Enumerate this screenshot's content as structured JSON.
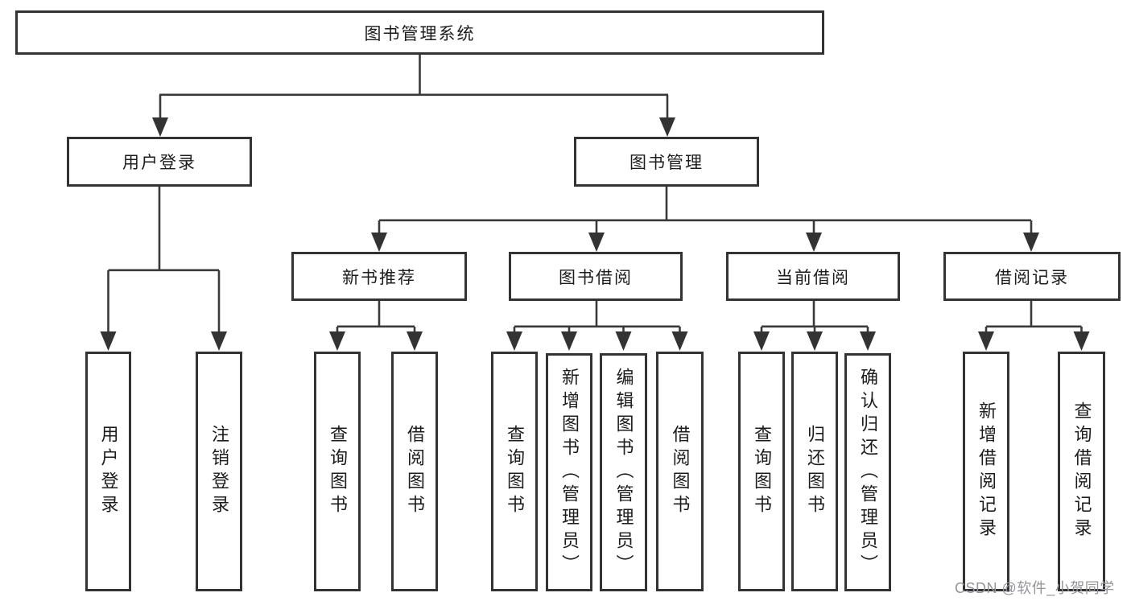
{
  "tree": {
    "label": "图书管理系统",
    "children": [
      {
        "label": "用户登录",
        "children": [
          {
            "label": "用户登录"
          },
          {
            "label": "注销登录"
          }
        ]
      },
      {
        "label": "图书管理",
        "children": [
          {
            "label": "新书推荐",
            "children": [
              {
                "label": "查询图书"
              },
              {
                "label": "借阅图书"
              }
            ]
          },
          {
            "label": "图书借阅",
            "children": [
              {
                "label": "查询图书"
              },
              {
                "label": "新增图书（管理员）"
              },
              {
                "label": "编辑图书（管理员）"
              },
              {
                "label": "借阅图书"
              }
            ]
          },
          {
            "label": "当前借阅",
            "children": [
              {
                "label": "查询图书"
              },
              {
                "label": "归还图书"
              },
              {
                "label": "确认归还（管理员）"
              }
            ]
          },
          {
            "label": "借阅记录",
            "children": [
              {
                "label": "新增借阅记录"
              },
              {
                "label": "查询借阅记录"
              }
            ]
          }
        ]
      }
    ]
  },
  "watermark": {
    "text": "CSDN @软件_小贺同学"
  },
  "colors": {
    "line": "#3a3a3a",
    "border": "#333333",
    "text": "#1c1c1c",
    "watermark": "#949599",
    "background": "#ffffff"
  }
}
